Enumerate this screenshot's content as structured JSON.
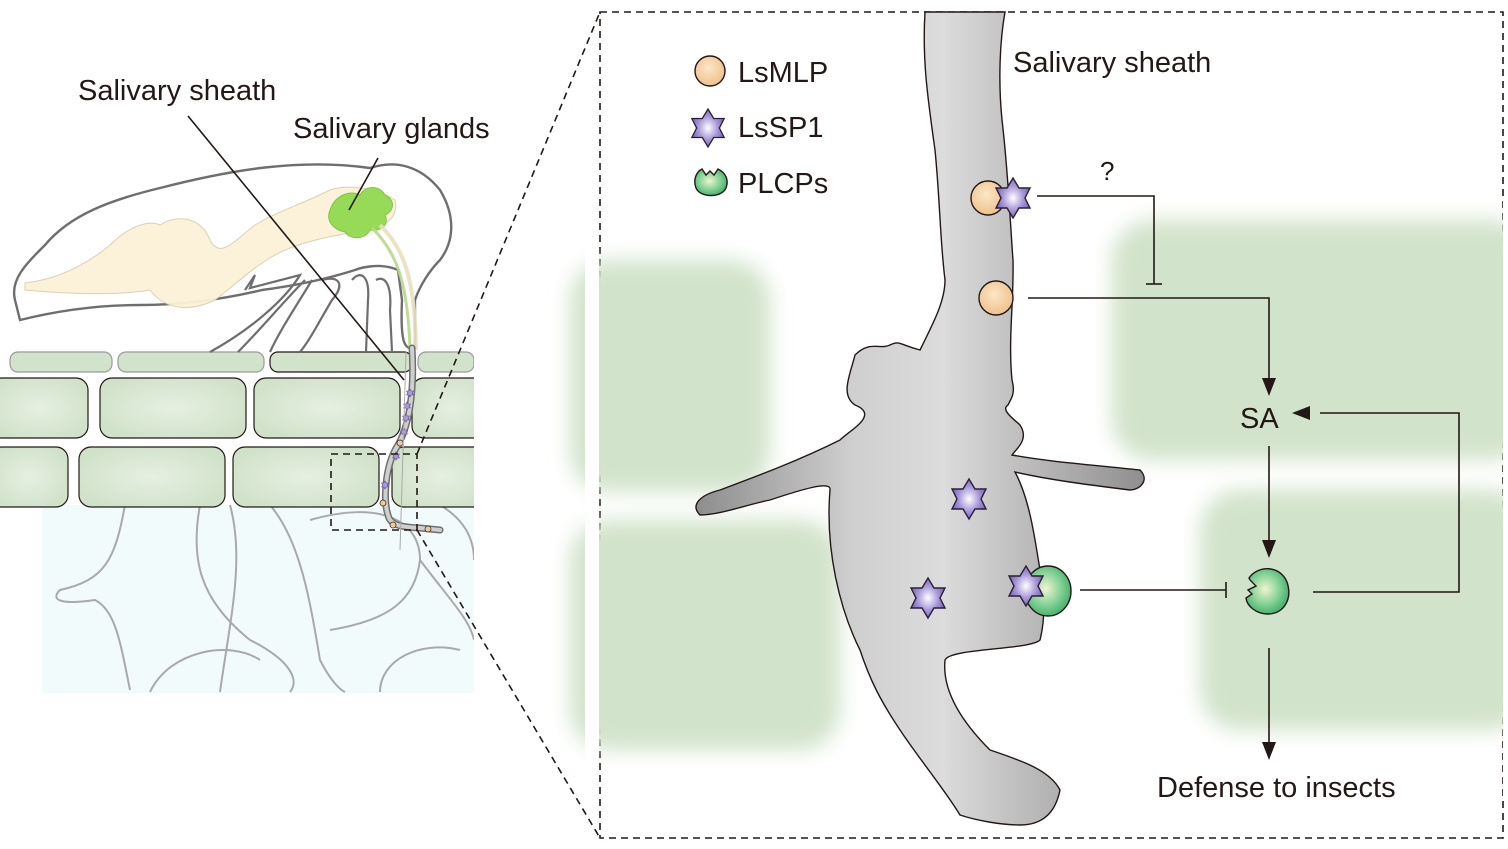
{
  "left_panel": {
    "labels": {
      "salivary_sheath": "Salivary sheath",
      "salivary_glands": "Salivary glands"
    }
  },
  "right_panel": {
    "sheath_label": "Salivary sheath",
    "legend": [
      {
        "icon": "orange-circle",
        "label": "LsMLP",
        "color": "#f2c994"
      },
      {
        "icon": "purple-star",
        "label": "LsSP1",
        "color": "#8d7ac4"
      },
      {
        "icon": "green-pacman",
        "label": "PLCPs",
        "color": "#4cb274"
      }
    ],
    "question_mark": "?",
    "nodes": {
      "sa": "SA",
      "defense": "Defense to insects"
    }
  },
  "colors": {
    "plant_cell_fill": "#d2e3cb",
    "cytoplasm_fill": "#f2fbfb",
    "sheath_gray": "#8a8a8a",
    "insect_outline": "#6e6e6e",
    "gut_fill": "#fbf2d8",
    "gland_green": "#8cd84a",
    "line": "#231815"
  }
}
